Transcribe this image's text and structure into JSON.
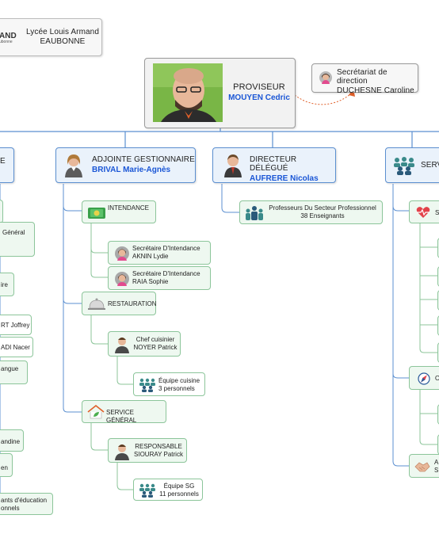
{
  "school": {
    "logo_text": "AND",
    "logo_sub": "ubonne",
    "name_line1": "Lycée Louis Armand",
    "name_line2": "EAUBONNE"
  },
  "root": {
    "role": "PROVISEUR",
    "name": "MOUYEN Cedric"
  },
  "secretariat": {
    "line1": "Secrétariat de direction",
    "line2": "DUCHESNE Caroline"
  },
  "branches": {
    "left_cut": {
      "role": "E"
    },
    "gestionnaire": {
      "role": "ADJOINTE GESTIONNAIRE",
      "name": "BRIVAL Marie-Agnès"
    },
    "delegue": {
      "role": "DIRECTEUR DÉLÉGUÉ",
      "name": "AUFRERE Nicolas"
    },
    "services": {
      "role": "SERV"
    }
  },
  "left_items": [
    {
      "text": "Général"
    },
    {
      "text": "ire"
    },
    {
      "text": "RT Joffrey"
    },
    {
      "text": "ADI Nacer"
    },
    {
      "text": "angue"
    },
    {
      "text": "andine"
    },
    {
      "text": "en"
    },
    {
      "line1": "ants d'éducation",
      "line2": "onnels"
    }
  ],
  "gestion": {
    "intendance": {
      "label": "INTENDANCE"
    },
    "sec1": {
      "line1": "Secrétaire D'Intendance",
      "line2": "AKNIN Lydie"
    },
    "sec2": {
      "line1": "Secrétaire D'Intendance",
      "line2": "RAIA Sophie"
    },
    "restauration": {
      "label": "RESTAURATION"
    },
    "chef": {
      "line1": "Chef cuisinier",
      "line2": "NOYER Patrick"
    },
    "equipe_cuisine": {
      "line1": "Équipe cuisine",
      "line2": "3 personnels"
    },
    "service_general": {
      "label": "SERVICE GÉNÉRAL"
    },
    "responsable": {
      "line1": "RESPONSABLE",
      "line2": "SIOURAY Patrick"
    },
    "equipe_sg": {
      "line1": "Équipe SG",
      "line2": "11 personnels"
    }
  },
  "delegue_items": {
    "profs": {
      "line1": "Professeurs Du Secteur Professionnel",
      "line2": "38 Enseignants"
    }
  },
  "services_items": {
    "sante": {
      "label": "S"
    },
    "orient": {
      "label": "O"
    },
    "autre": {
      "line1": "A",
      "line2": "S"
    }
  },
  "colors": {
    "accent": "#1a56d6",
    "branch_border": "#5b8fd0",
    "leaf_border": "#8cc59a",
    "link": "#5b8fd0",
    "dotted": "#e0602a"
  }
}
